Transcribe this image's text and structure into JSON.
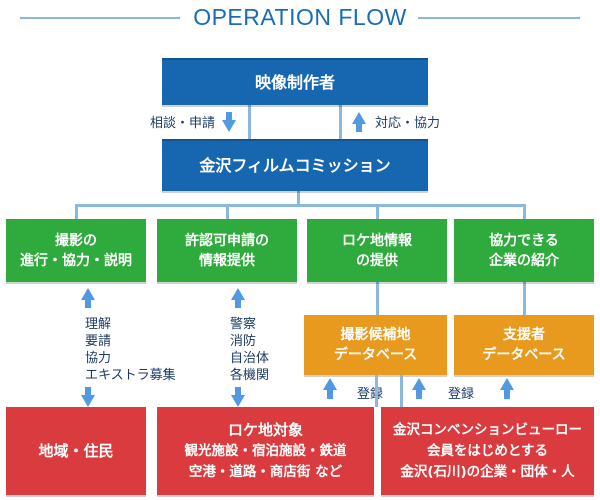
{
  "title": "OPERATION FLOW",
  "producer": "映像制作者",
  "commission": "金沢フィルムコミッション",
  "label_request": "相談・申請",
  "label_response": "対応・協力",
  "green": [
    [
      "撮影の",
      "進行・協力・説明"
    ],
    [
      "許認可申請の",
      "情報提供"
    ],
    [
      "ロケ地情報",
      "の提供"
    ],
    [
      "協力できる",
      "企業の紹介"
    ]
  ],
  "label_left": [
    "理解",
    "要請",
    "協力",
    "エキストラ募集"
  ],
  "label_police": [
    "警察",
    "消防",
    "自治体",
    "各機関"
  ],
  "orange": [
    [
      "撮影候補地",
      "データベース"
    ],
    [
      "支援者",
      "データベース"
    ]
  ],
  "label_register": "登録",
  "red": {
    "residents": "地域・住民",
    "locations": {
      "title": "ロケ地対象",
      "lines": [
        "観光施設・宿泊施設・鉄道",
        "空港・道路・商店街 など"
      ]
    },
    "bureau": [
      "金沢コンベンションビューロー",
      "会員をはじめとする",
      "金沢(石川)の企業・団体・人"
    ]
  },
  "colors": {
    "blue": "#1766b0",
    "green": "#2faa3c",
    "orange": "#e79a1e",
    "red": "#d93b3e",
    "arrow": "#4f9ae3",
    "connector": "#8ab8df"
  }
}
